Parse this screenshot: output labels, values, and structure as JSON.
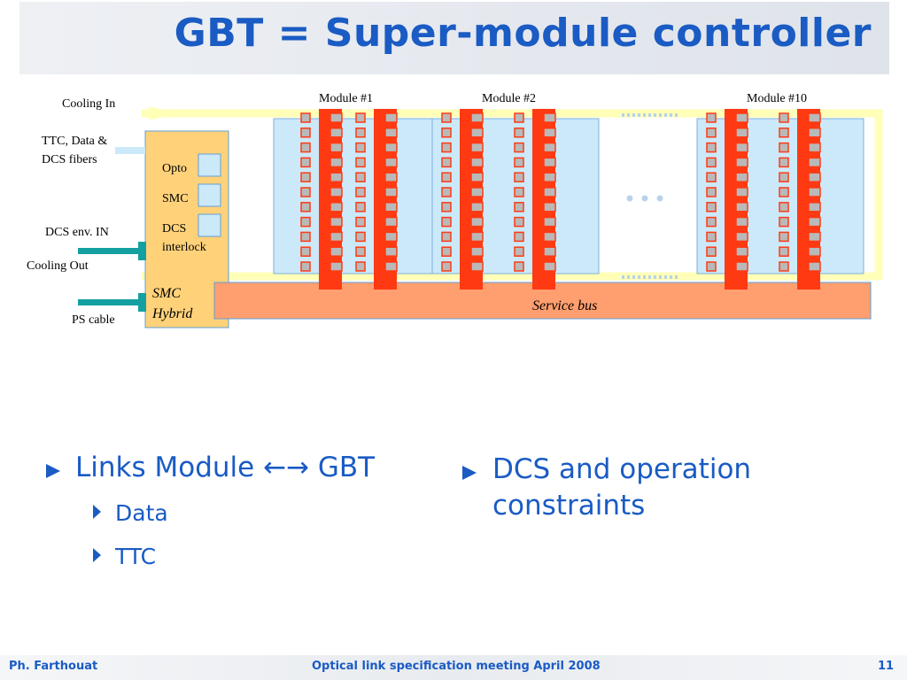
{
  "slide": {
    "title": "GBT = Super-module controller",
    "page_number": "11"
  },
  "diagram": {
    "left_labels": {
      "cooling_in": "Cooling In",
      "ttc_line1": "TTC, Data &",
      "ttc_line2": "DCS fibers",
      "dcs_env": "DCS env. IN",
      "cooling_out": "Cooling Out",
      "ps_cable": "PS cable"
    },
    "hybrid": {
      "opto": "Opto",
      "smc": "SMC",
      "dcs_line1": "DCS",
      "dcs_line2": "interlock",
      "name_line1": "SMC",
      "name_line2": "Hybrid"
    },
    "modules": [
      "Module #1",
      "Module #2",
      "Module #10"
    ],
    "service_bus": "Service bus",
    "ellipsis": "• • •",
    "colors": {
      "module_blue": "#cce9fa",
      "stave_red": "#ff3a12",
      "pad_gray": "#b9b9b9",
      "hybrid_yellow": "#ffd27a",
      "service_bus": "#ff9e6e",
      "cooling_yellow": "#ffffb8",
      "connector_teal": "#14a0a0",
      "accent_blue": "#1a5bc4"
    }
  },
  "bullets": {
    "left_main": "Links Module ←→ GBT",
    "left_sub": [
      "Data",
      "TTC"
    ],
    "right_main_line1": "DCS and operation",
    "right_main_line2": "constraints"
  },
  "footer": {
    "author": "Ph. Farthouat",
    "meeting": "Optical link specification meeting April 2008"
  }
}
